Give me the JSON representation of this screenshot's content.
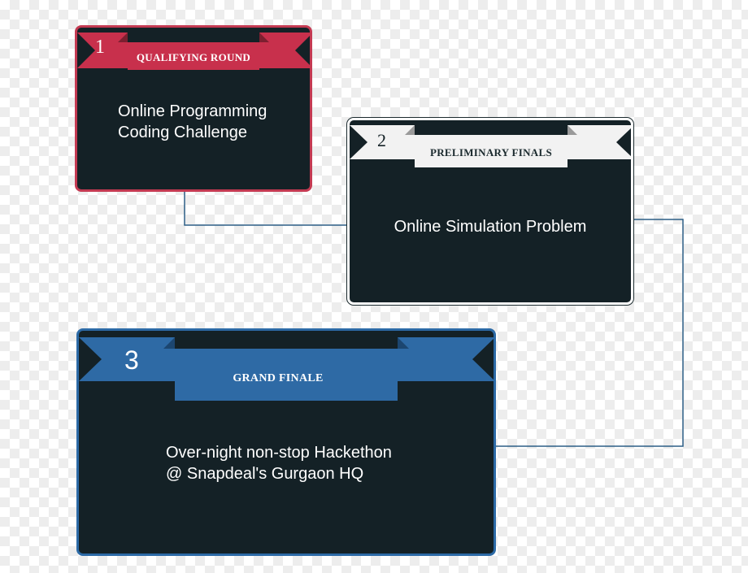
{
  "stages": [
    {
      "number": "1",
      "title": "QUALIFYING ROUND",
      "lines": [
        "Online Programming",
        "Coding Challenge"
      ],
      "color": "#c8304c"
    },
    {
      "number": "2",
      "title": "PRELIMINARY FINALS",
      "lines": [
        "Online Simulation Problem"
      ],
      "color": "#f2f2f2"
    },
    {
      "number": "3",
      "title": "GRAND  FINALE",
      "lines": [
        "Over-night non-stop Hackethon",
        "@ Snapdeal's  Gurgaon HQ"
      ],
      "color": "#2e6aa5"
    }
  ],
  "colors": {
    "card_background": "#142126",
    "connector": "#2d5f86"
  }
}
